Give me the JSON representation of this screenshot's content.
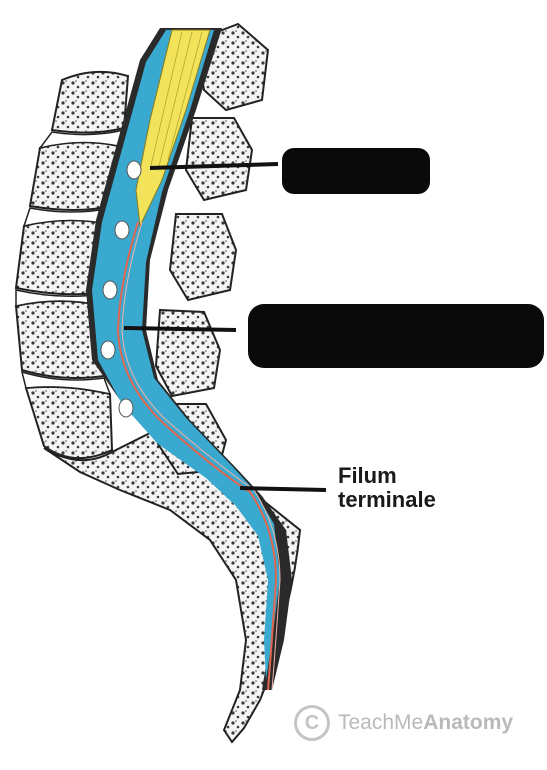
{
  "labels": {
    "filum_terminale_line1": "Filum",
    "filum_terminale_line2": "terminale"
  },
  "watermark": {
    "symbol": "C",
    "brand_light": "TeachMe",
    "brand_bold": "Anatomy"
  },
  "redacted_labels": [
    {
      "name": "redacted-label-conus"
    },
    {
      "name": "redacted-label-lumbar-cistern"
    }
  ],
  "colors": {
    "spinal_cord": "#f2e35a",
    "csf_space": "#3aa9d0",
    "dura": "#2a2a2a",
    "filum": "#e0664f",
    "bone_outline": "#222222",
    "bone_fill": "#f7f7f7",
    "redaction": "#0a0a0a",
    "watermark": "#b9b9b9"
  }
}
